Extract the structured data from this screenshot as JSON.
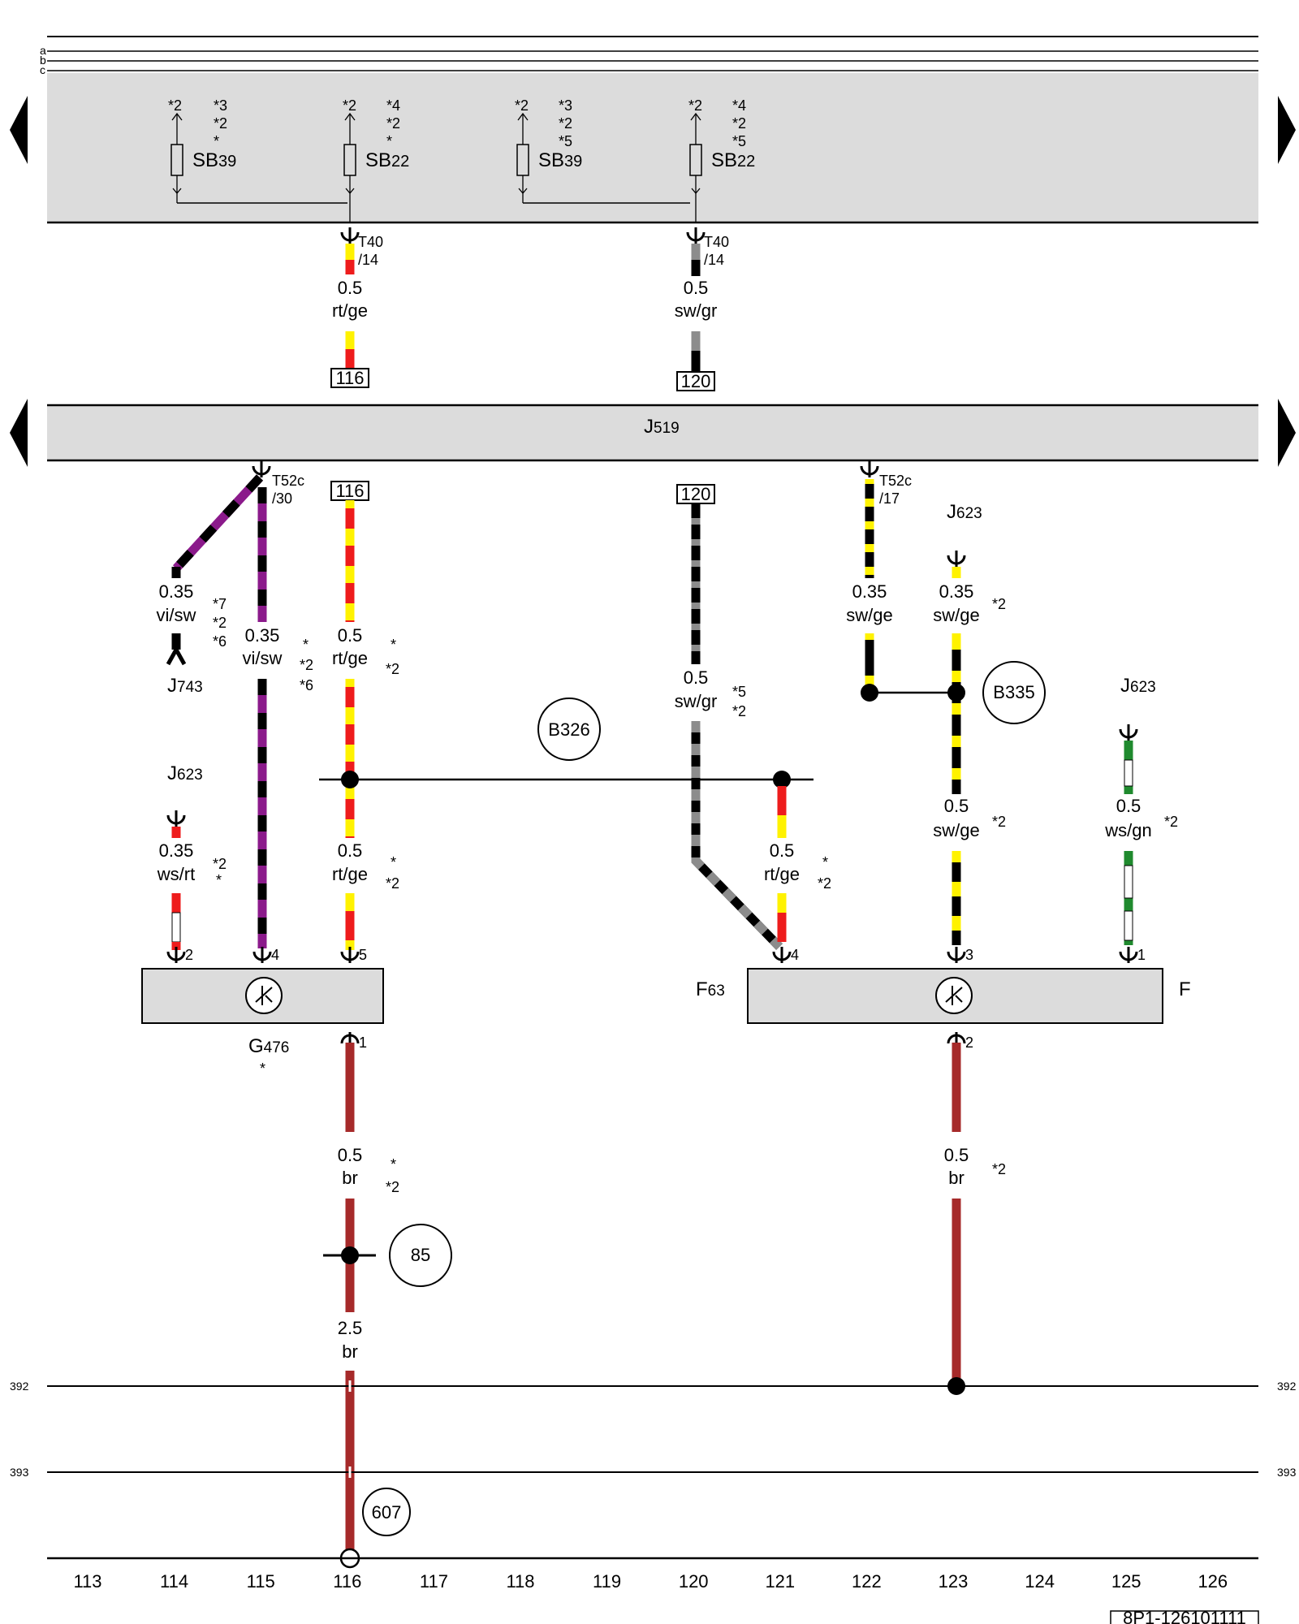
{
  "rail_labels": [
    "a",
    "b",
    "c"
  ],
  "fuses": [
    {
      "name": "SB",
      "number": "39",
      "note_left": "*2",
      "notes_right": [
        "*3",
        "*2",
        "*"
      ]
    },
    {
      "name": "SB",
      "number": "22",
      "note_left": "*2",
      "notes_right": [
        "*4",
        "*2",
        "*"
      ]
    },
    {
      "name": "SB",
      "number": "39",
      "note_left": "*2",
      "notes_right": [
        "*3",
        "*2",
        "*5"
      ]
    },
    {
      "name": "SB",
      "number": "22",
      "note_left": "*2",
      "notes_right": [
        "*4",
        "*2",
        "*5"
      ]
    }
  ],
  "connectors": [
    {
      "name": "T40",
      "pin": "/14"
    },
    {
      "name": "T40",
      "pin": "/14"
    },
    {
      "name": "T52c",
      "pin": "/30"
    },
    {
      "name": "T52c",
      "pin": "/17"
    }
  ],
  "control_unit": {
    "letter": "J",
    "number": "519"
  },
  "components": {
    "j743": {
      "letter": "J",
      "number": "743"
    },
    "j623_a": {
      "letter": "J",
      "number": "623"
    },
    "j623_b": {
      "letter": "J",
      "number": "623"
    },
    "j623_c": {
      "letter": "J",
      "number": "623"
    },
    "g476": {
      "letter": "G",
      "number": "476",
      "note": "*"
    },
    "f63": {
      "letter": "F",
      "number": "63"
    },
    "f": {
      "letter": "F",
      "number": ""
    }
  },
  "ref_boxes": [
    "116",
    "120",
    "116",
    "120"
  ],
  "wires": [
    {
      "size": "0.5",
      "color": "rt/ge",
      "notes": []
    },
    {
      "size": "0.5",
      "color": "sw/gr",
      "notes": []
    },
    {
      "size": "0.35",
      "color": "vi/sw",
      "notes": [
        "*7",
        "*2",
        "*6"
      ]
    },
    {
      "size": "0.35",
      "color": "vi/sw",
      "notes": [
        "*",
        "*2",
        "*6"
      ]
    },
    {
      "size": "0.5",
      "color": "rt/ge",
      "notes": [
        "*",
        "*2"
      ]
    },
    {
      "size": "0.5",
      "color": "sw/gr",
      "notes": [
        "*5",
        "*2"
      ]
    },
    {
      "size": "0.35",
      "color": "sw/ge",
      "notes": []
    },
    {
      "size": "0.35",
      "color": "sw/ge",
      "notes": [
        "*2"
      ]
    },
    {
      "size": "0.35",
      "color": "ws/rt",
      "notes": [
        "*2",
        "*"
      ]
    },
    {
      "size": "0.5",
      "color": "rt/ge",
      "notes": [
        "*",
        "*2"
      ]
    },
    {
      "size": "0.5",
      "color": "rt/ge",
      "notes": [
        "*",
        "*2"
      ]
    },
    {
      "size": "0.5",
      "color": "sw/ge",
      "notes": [
        "*2"
      ]
    },
    {
      "size": "0.5",
      "color": "ws/gn",
      "notes": [
        "*2"
      ]
    },
    {
      "size": "0.5",
      "color": "br",
      "notes": [
        "*",
        "*2"
      ]
    },
    {
      "size": "0.5",
      "color": "br",
      "notes": [
        "*2"
      ]
    },
    {
      "size": "2.5",
      "color": "br",
      "notes": []
    }
  ],
  "pins": [
    "2",
    "4",
    "5",
    "4",
    "3",
    "1",
    "1",
    "2"
  ],
  "circles": [
    "B326",
    "B335",
    "85",
    "607"
  ],
  "bus_lines": [
    "392",
    "393"
  ],
  "columns": [
    "113",
    "114",
    "115",
    "116",
    "117",
    "118",
    "119",
    "120",
    "121",
    "122",
    "123",
    "124",
    "125",
    "126"
  ],
  "document_id": "8P1-126101111",
  "colors": {
    "panel_fill": "#dcdcdc",
    "rt": "#ee1c1c",
    "ge": "#fff200",
    "sw": "#000000",
    "gr": "#8c8c8c",
    "vi": "#8b1a8b",
    "ws": "#ffffff",
    "gn": "#1f8a2e",
    "br": "#a62a2a"
  }
}
